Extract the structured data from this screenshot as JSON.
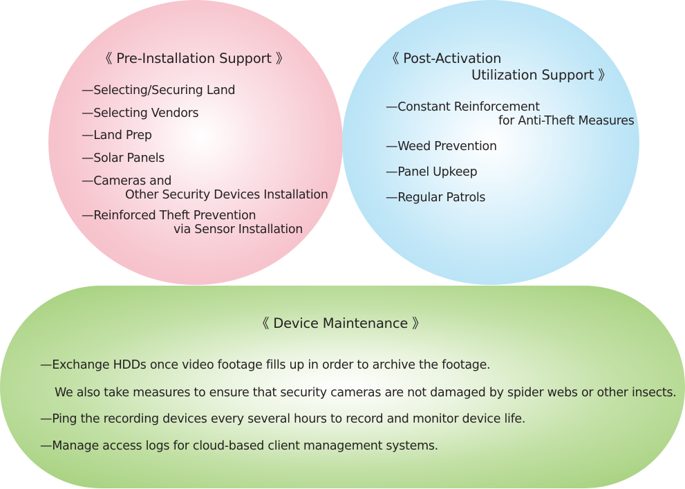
{
  "pre_installation": {
    "title": "《 Pre-Installation Support 》",
    "items": [
      "—Selecting/Securing Land",
      "—Selecting Vendors",
      "—Land Prep",
      "—Solar Panels",
      "—Cameras and",
      "Other Security Devices Installation",
      "—Reinforced Theft Prevention",
      "via Sensor Installation"
    ]
  },
  "post_activation": {
    "title_line1": "《 Post-Activation",
    "title_line2": "Utilization Support 》",
    "items": [
      "—Constant Reinforcement",
      "for Anti-Theft Measures",
      "—Weed Prevention",
      "—Panel Upkeep",
      "—Regular Patrols"
    ]
  },
  "device_maintenance": {
    "title": "《 Device Maintenance 》",
    "items": [
      "—Exchange HDDs once video footage fills up in order to archive the footage.",
      "We also take measures to ensure that security cameras are not damaged by spider webs or other insects.",
      "—Ping the recording devices every several hours to record and monitor device life.",
      "—Manage access logs for cloud-based client management systems."
    ]
  },
  "colors": {
    "pink": "#f4b6c2",
    "blue": "#a9ddf4",
    "green": "#9fcd74",
    "text": "#231f20"
  }
}
